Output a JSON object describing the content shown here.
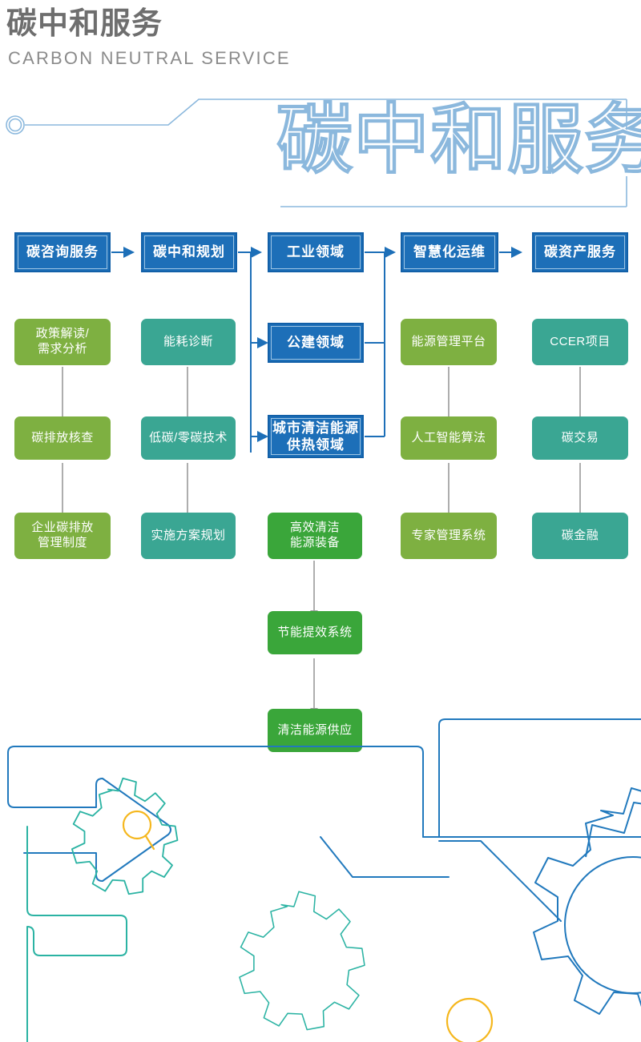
{
  "header": {
    "title_cn": "碳中和服务",
    "title_en": "CARBON NEUTRAL SERVICE"
  },
  "banner": {
    "outline_text": "碳中和服务",
    "ring_icon": "ring-icon"
  },
  "colors": {
    "blue": "#1d6fb8",
    "blue_border": "#1260a8",
    "blue_inner": "#9cc4e4",
    "olive": "#7eb041",
    "teal": "#3aa693",
    "green": "#3aa63a",
    "arrow_blue": "#1d6fb8",
    "arrow_gray": "#9a9a9a",
    "line_light_blue": "#8bb8dd",
    "decor_blue": "#2179bd",
    "decor_teal": "#2bb3a3",
    "decor_yellow": "#f5b71d",
    "title_gray": "#6e6e6e",
    "subtitle_gray": "#8b8b8b"
  },
  "flow": {
    "top_row": [
      {
        "id": "carbon-consulting",
        "label": "碳咨询服务"
      },
      {
        "id": "carbon-neutral-planning",
        "label": "碳中和规划"
      },
      {
        "id": "industrial-field",
        "label": "工业领域"
      },
      {
        "id": "smart-operations",
        "label": "智慧化运维"
      },
      {
        "id": "carbon-asset-service",
        "label": "碳资产服务"
      }
    ],
    "middle_blue": [
      {
        "id": "public-building-field",
        "label": "公建领域"
      },
      {
        "id": "urban-clean-energy-heating",
        "label": "城市清洁能源供热领域",
        "line1": "城市清洁能源",
        "line2": "供热领域"
      }
    ],
    "column1": [
      {
        "id": "policy-interpretation",
        "line1": "政策解读/",
        "line2": "需求分析"
      },
      {
        "id": "carbon-emission-verification",
        "line1": "碳排放核查",
        "line2": ""
      },
      {
        "id": "enterprise-carbon-management",
        "line1": "企业碳排放",
        "line2": "管理制度"
      }
    ],
    "column2": [
      {
        "id": "energy-consumption-diagnosis",
        "line1": "能耗诊断",
        "line2": ""
      },
      {
        "id": "low-zero-carbon-tech",
        "line1": "低碳/零碳技术",
        "line2": ""
      },
      {
        "id": "implementation-plan",
        "line1": "实施方案规划",
        "line2": ""
      }
    ],
    "column3": [
      {
        "id": "efficient-clean-energy-equipment",
        "line1": "高效清洁",
        "line2": "能源装备"
      },
      {
        "id": "energy-saving-system",
        "line1": "节能提效系统",
        "line2": ""
      },
      {
        "id": "clean-energy-supply",
        "line1": "清洁能源供应",
        "line2": ""
      }
    ],
    "column4": [
      {
        "id": "energy-management-platform",
        "line1": "能源管理平台",
        "line2": ""
      },
      {
        "id": "ai-algorithm",
        "line1": "人工智能算法",
        "line2": ""
      },
      {
        "id": "expert-management-system",
        "line1": "专家管理系统",
        "line2": ""
      }
    ],
    "column5": [
      {
        "id": "ccer-project",
        "line1": "CCER项目",
        "line2": ""
      },
      {
        "id": "carbon-trading",
        "line1": "碳交易",
        "line2": ""
      },
      {
        "id": "carbon-finance",
        "line1": "碳金融",
        "line2": ""
      }
    ]
  },
  "decor": {
    "arrow_outline": "arrow-outline-icon",
    "gear_large": "gear-large-icon",
    "gear_small_teal": "gear-small-teal-icon",
    "gear_tiny_teal": "gear-tiny-teal-icon",
    "magnifier": "magnifier-icon",
    "circle_yellow": "circle-yellow-icon"
  }
}
